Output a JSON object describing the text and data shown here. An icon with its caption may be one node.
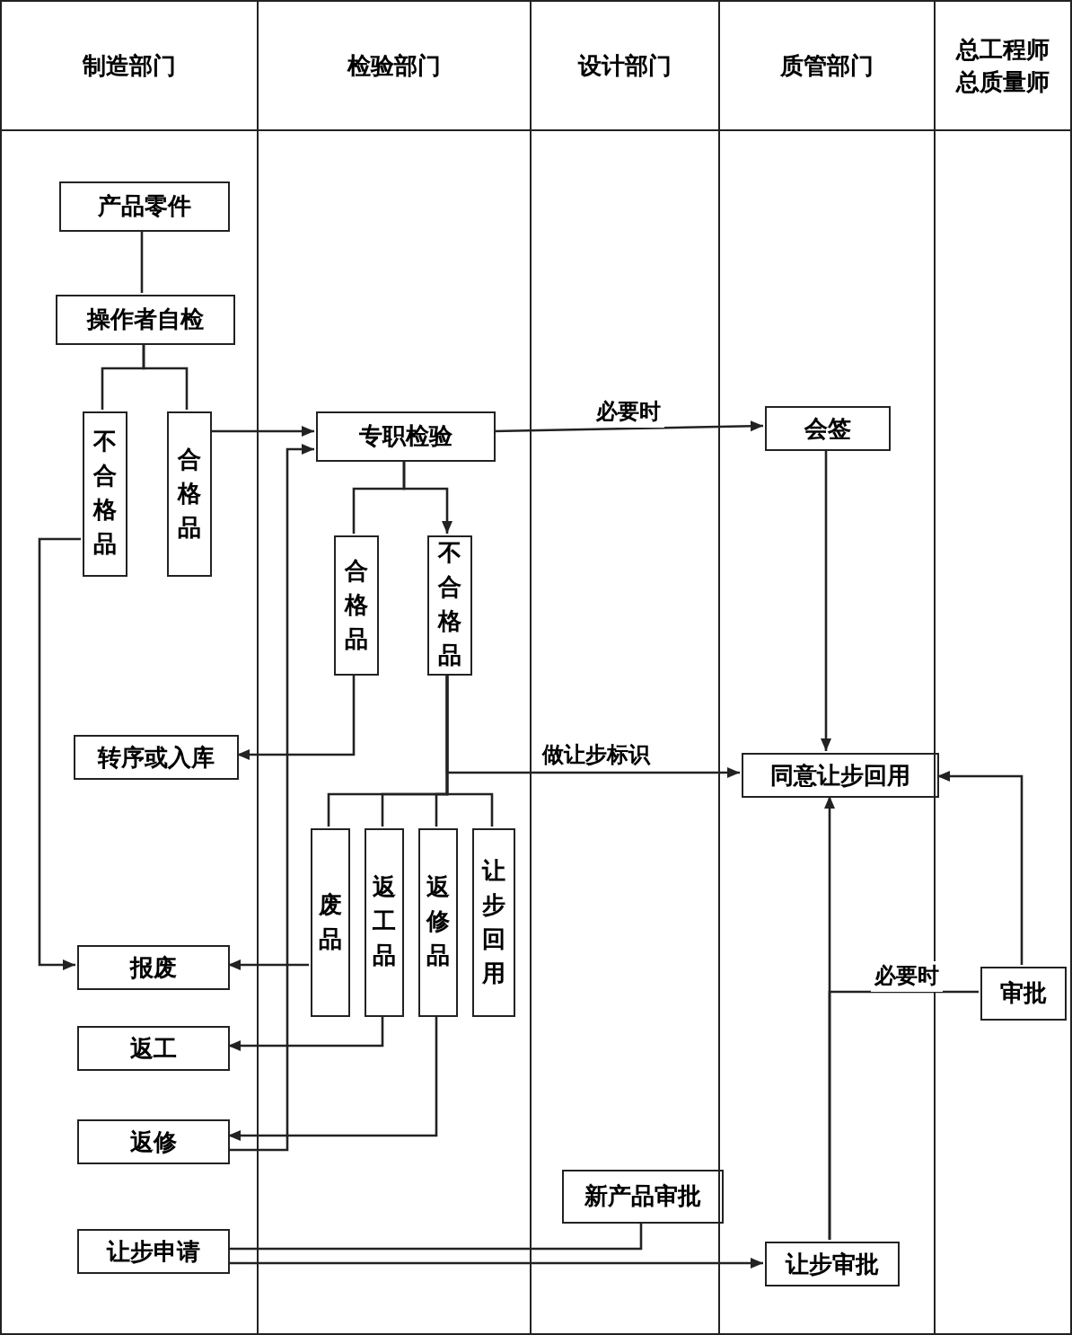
{
  "diagram": {
    "nodes": [
      {
        "text": [
          "制造部门"
        ]
      },
      {
        "text": [
          "检验部门"
        ]
      },
      {
        "text": [
          "设计部门"
        ]
      },
      {
        "text": [
          "质管部门"
        ]
      },
      {
        "text": [
          "总工程师总质量师"
        ]
      },
      {
        "text": [
          "产品零件"
        ],
        "in": 0
      },
      {
        "text": [
          "操作者自检"
        ],
        "in": 0
      },
      {
        "text": [
          "不合格品"
        ],
        "in": 0
      },
      {
        "text": [
          "合格品"
        ],
        "in": 0
      },
      {
        "text": [
          "专职检验"
        ],
        "in": 1
      },
      {
        "text": [
          "合格品"
        ],
        "in": 1
      },
      {
        "text": [
          "不合格品"
        ],
        "in": 1
      },
      {
        "text": [
          "转序或入库"
        ],
        "in": 0
      },
      {
        "text": [
          "废品"
        ],
        "in": 1
      },
      {
        "text": [
          "返工品"
        ],
        "in": 1
      },
      {
        "text": [
          "返修品"
        ],
        "in": 1
      },
      {
        "text": [
          "让步回用"
        ],
        "in": 1
      },
      {
        "text": [
          "报废"
        ],
        "in": 0
      },
      {
        "text": [
          "返工"
        ],
        "in": 0
      },
      {
        "text": [
          "返修"
        ],
        "in": 0
      },
      {
        "text": [
          "让步申请"
        ],
        "in": 0
      },
      {
        "text": [
          "会签"
        ],
        "in": 3
      },
      {
        "text": [
          "同意让步回用"
        ],
        "in": 3
      },
      {
        "text": [
          "新产品审批"
        ],
        "in": 2
      },
      {
        "text": [
          "让步审批"
        ],
        "in": 3
      },
      {
        "text": [
          "审批"
        ],
        "in": 4
      }
    ],
    "edges": [
      {
        "from": 5,
        "to": 6,
        "arrow": "none"
      },
      {
        "from": 6,
        "to": 7,
        "arrow": "none"
      },
      {
        "from": 6,
        "to": 8,
        "arrow": "none"
      },
      {
        "from": 7,
        "to": 17,
        "arrow": "to"
      },
      {
        "from": 8,
        "to": 9,
        "arrow": "to"
      },
      {
        "from": 9,
        "to": 10,
        "arrow": "none"
      },
      {
        "from": 9,
        "to": 11,
        "arrow": "to"
      },
      {
        "from": 9,
        "to": 21,
        "arrow": "to",
        "label": "必要时"
      },
      {
        "from": 21,
        "to": 22,
        "arrow": "to"
      },
      {
        "from": 10,
        "to": 12,
        "arrow": "to"
      },
      {
        "from": 11,
        "to": 13,
        "arrow": "none"
      },
      {
        "from": 11,
        "to": 14,
        "arrow": "none"
      },
      {
        "from": 11,
        "to": 15,
        "arrow": "none"
      },
      {
        "from": 11,
        "to": 16,
        "arrow": "none"
      },
      {
        "from": 11,
        "to": 22,
        "arrow": "to",
        "label": "做让步标识"
      },
      {
        "from": 13,
        "to": 17,
        "arrow": "to"
      },
      {
        "from": 14,
        "to": 18,
        "arrow": "to"
      },
      {
        "from": 15,
        "to": 19,
        "arrow": "to"
      },
      {
        "from": 19,
        "to": 9,
        "arrow": "to"
      },
      {
        "from": 23,
        "to": 20,
        "arrow": "none"
      },
      {
        "from": 20,
        "to": 24,
        "arrow": "to"
      },
      {
        "from": 24,
        "to": 22,
        "arrow": "to"
      },
      {
        "from": 24,
        "to": 25,
        "arrow": "none",
        "label": "必要时"
      },
      {
        "from": 25,
        "to": 22,
        "arrow": "to"
      }
    ]
  }
}
